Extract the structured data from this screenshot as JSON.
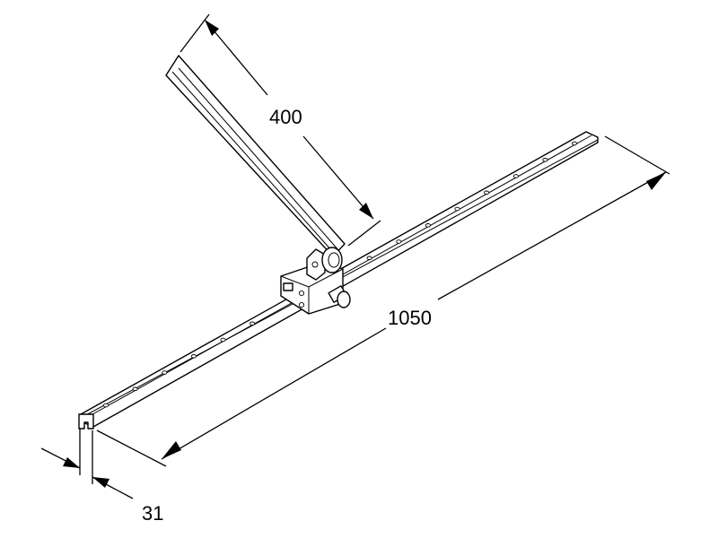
{
  "dimensions": {
    "arm_length": "400",
    "rail_length": "1050",
    "rail_width": "31"
  },
  "colors": {
    "line": "#000000",
    "background": "#ffffff"
  }
}
